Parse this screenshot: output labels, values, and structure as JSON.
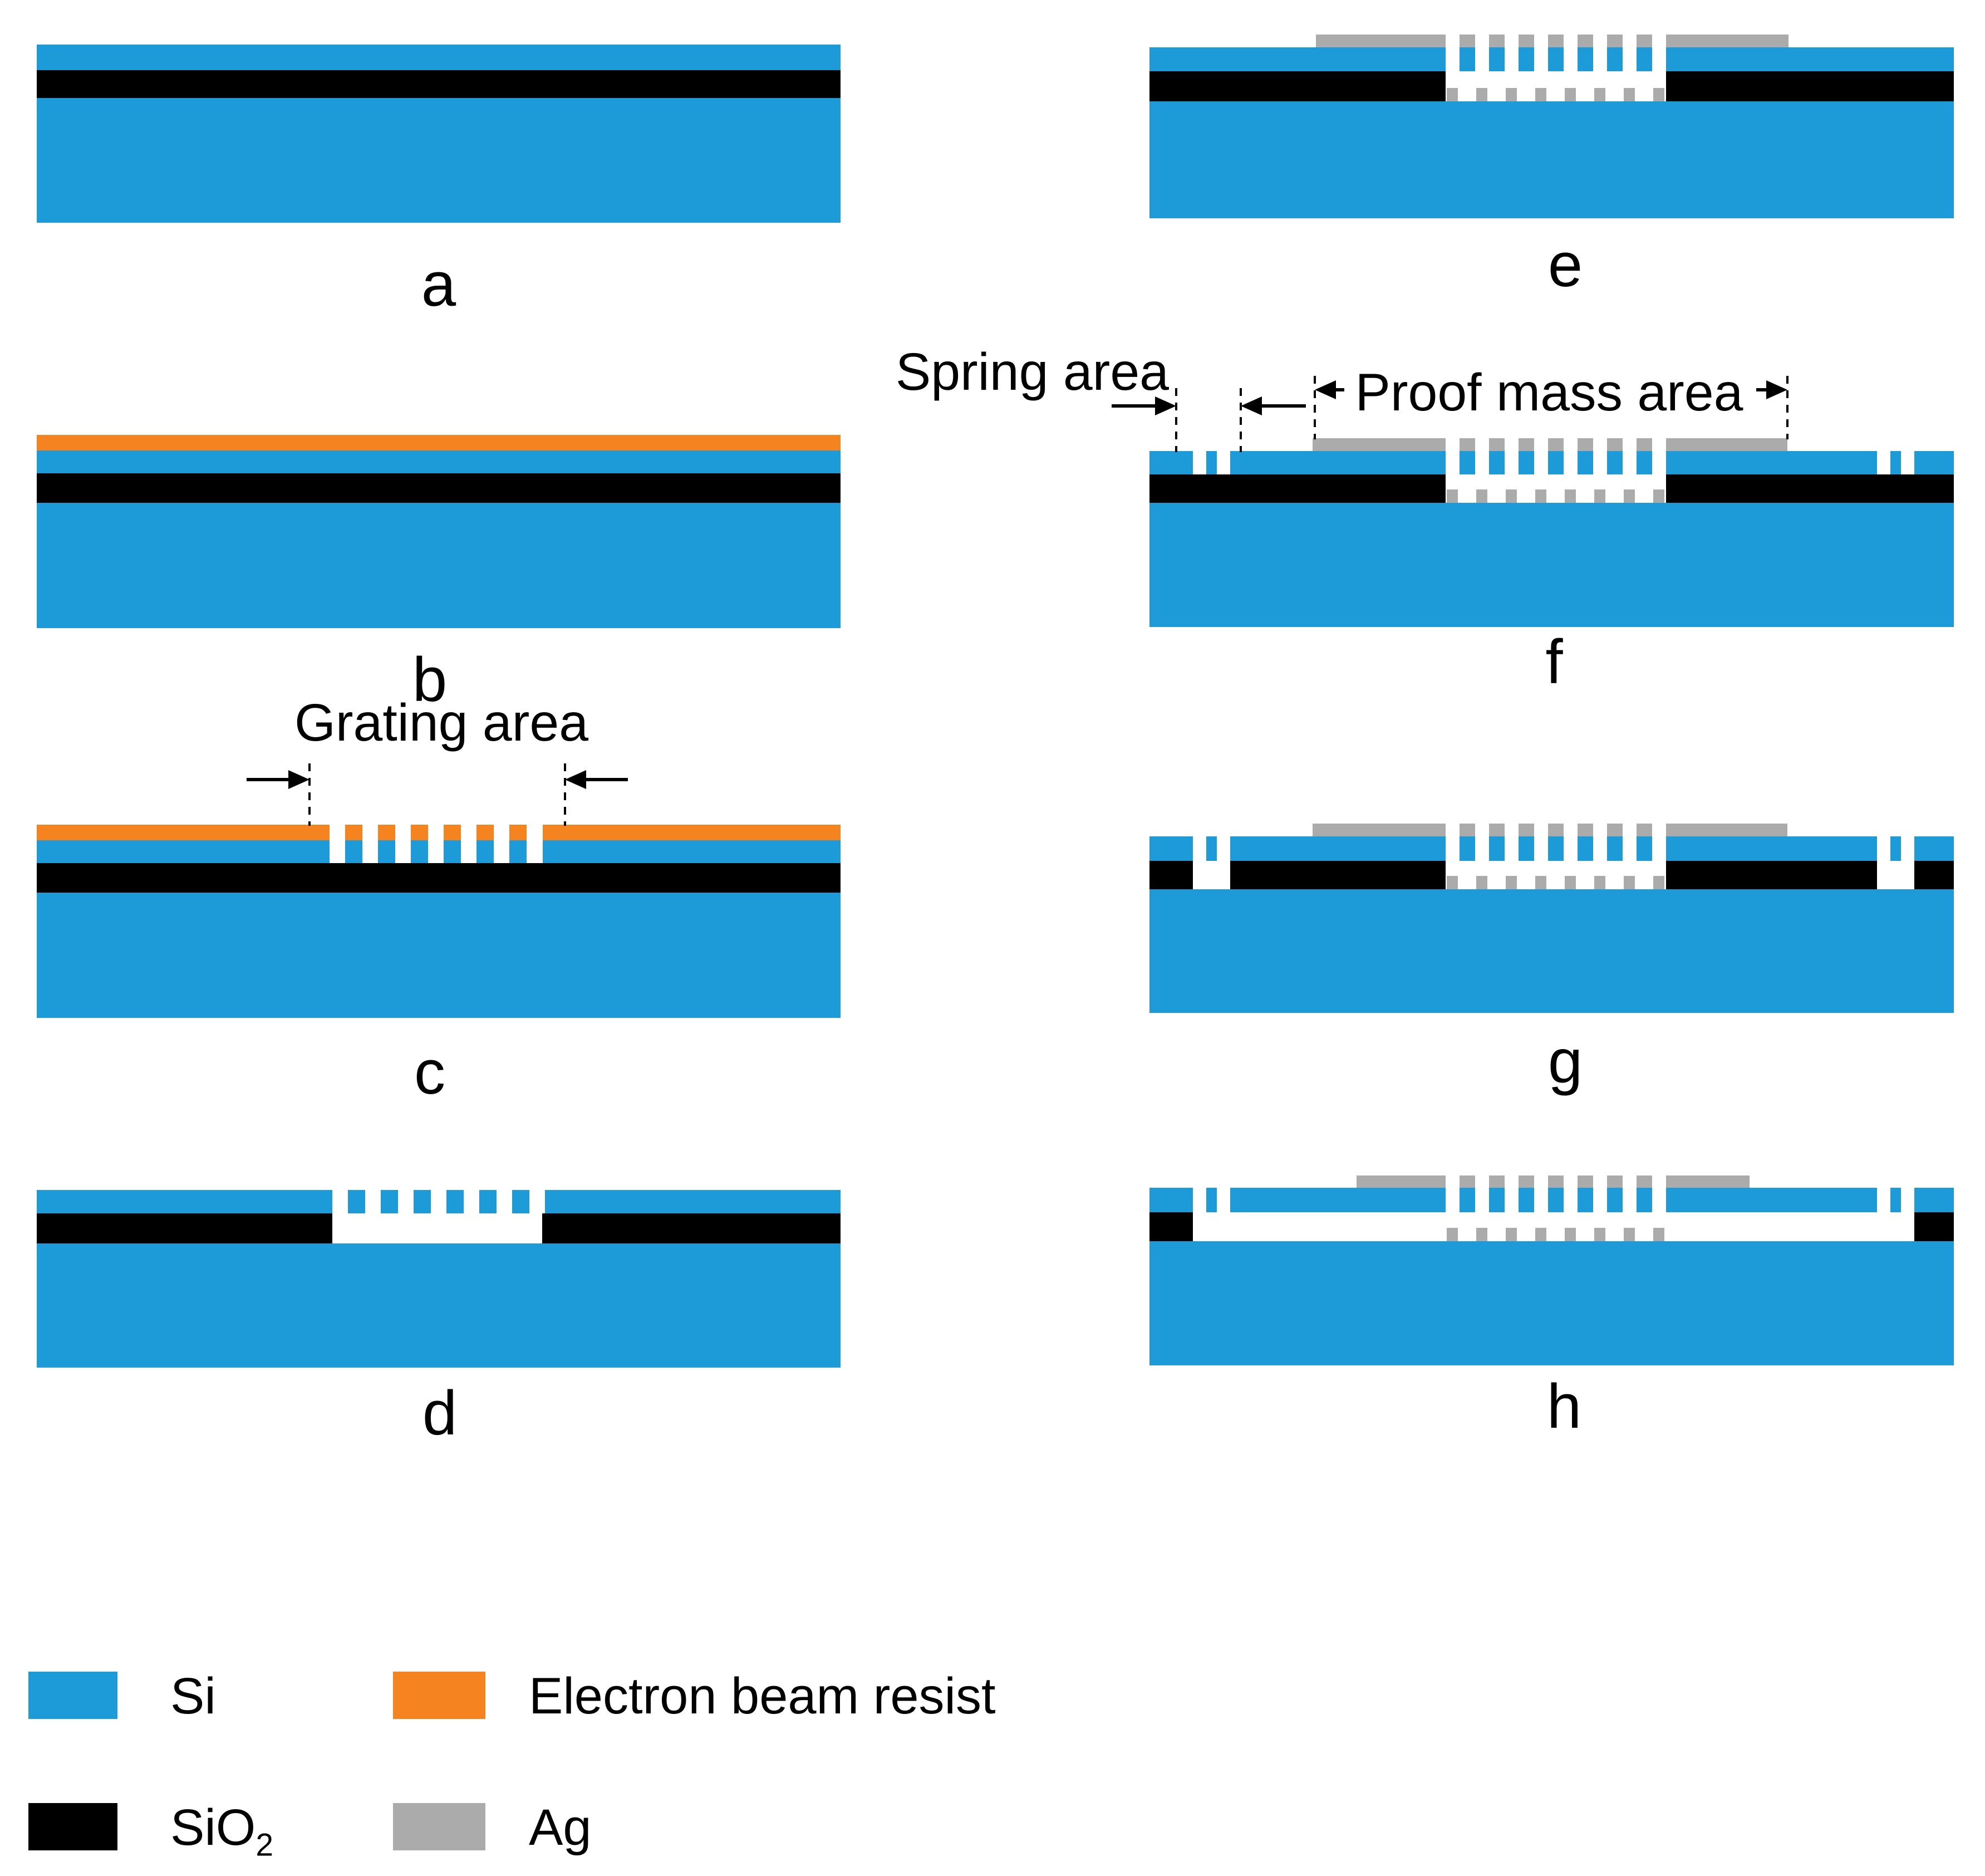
{
  "figure": {
    "kind": "microfabrication process flow cross-sections",
    "panel_count": 8
  },
  "panels": [
    {
      "id": "a",
      "label": "a"
    },
    {
      "id": "b",
      "label": "b"
    },
    {
      "id": "c",
      "label": "c"
    },
    {
      "id": "d",
      "label": "d"
    },
    {
      "id": "e",
      "label": "e"
    },
    {
      "id": "f",
      "label": "f"
    },
    {
      "id": "g",
      "label": "g"
    },
    {
      "id": "h",
      "label": "h"
    }
  ],
  "annotations": {
    "grating_area": "Grating area",
    "spring_area": "Spring area",
    "proof_mass_area": "Proof mass area"
  },
  "legend": {
    "items": [
      {
        "name": "si",
        "label": "Si",
        "color": "#1C9BD8"
      },
      {
        "name": "resist",
        "label": "Electron beam resist",
        "color": "#F5831F"
      },
      {
        "name": "sio2",
        "label": "SiO2",
        "label_base": "SiO",
        "label_sub": "2",
        "color": "#000000"
      },
      {
        "name": "ag",
        "label": "Ag",
        "color": "#ABABAB"
      }
    ]
  },
  "colors": {
    "si": "#1C9BD8",
    "resist": "#F5831F",
    "sio2": "#000000",
    "ag": "#ABABAB",
    "background": "#FFFFFF",
    "line": "#000000"
  }
}
